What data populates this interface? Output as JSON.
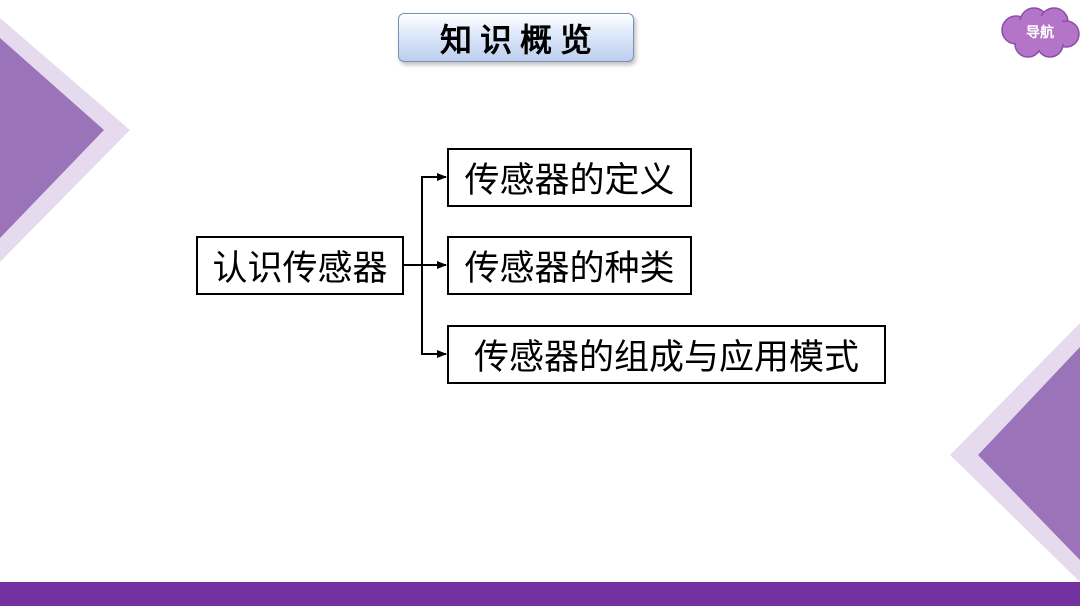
{
  "header": {
    "title": "知识概览"
  },
  "nav": {
    "label": "导航"
  },
  "diagram": {
    "root": "认识传感器",
    "children": [
      "传感器的定义",
      "传感器的种类",
      "传感器的组成与应用模式"
    ]
  },
  "colors": {
    "accent_purple": "#7330a0",
    "triangle_dark": "#9a73b9",
    "triangle_light": "#e6dbee",
    "nav_bubble": "#b475c8"
  }
}
